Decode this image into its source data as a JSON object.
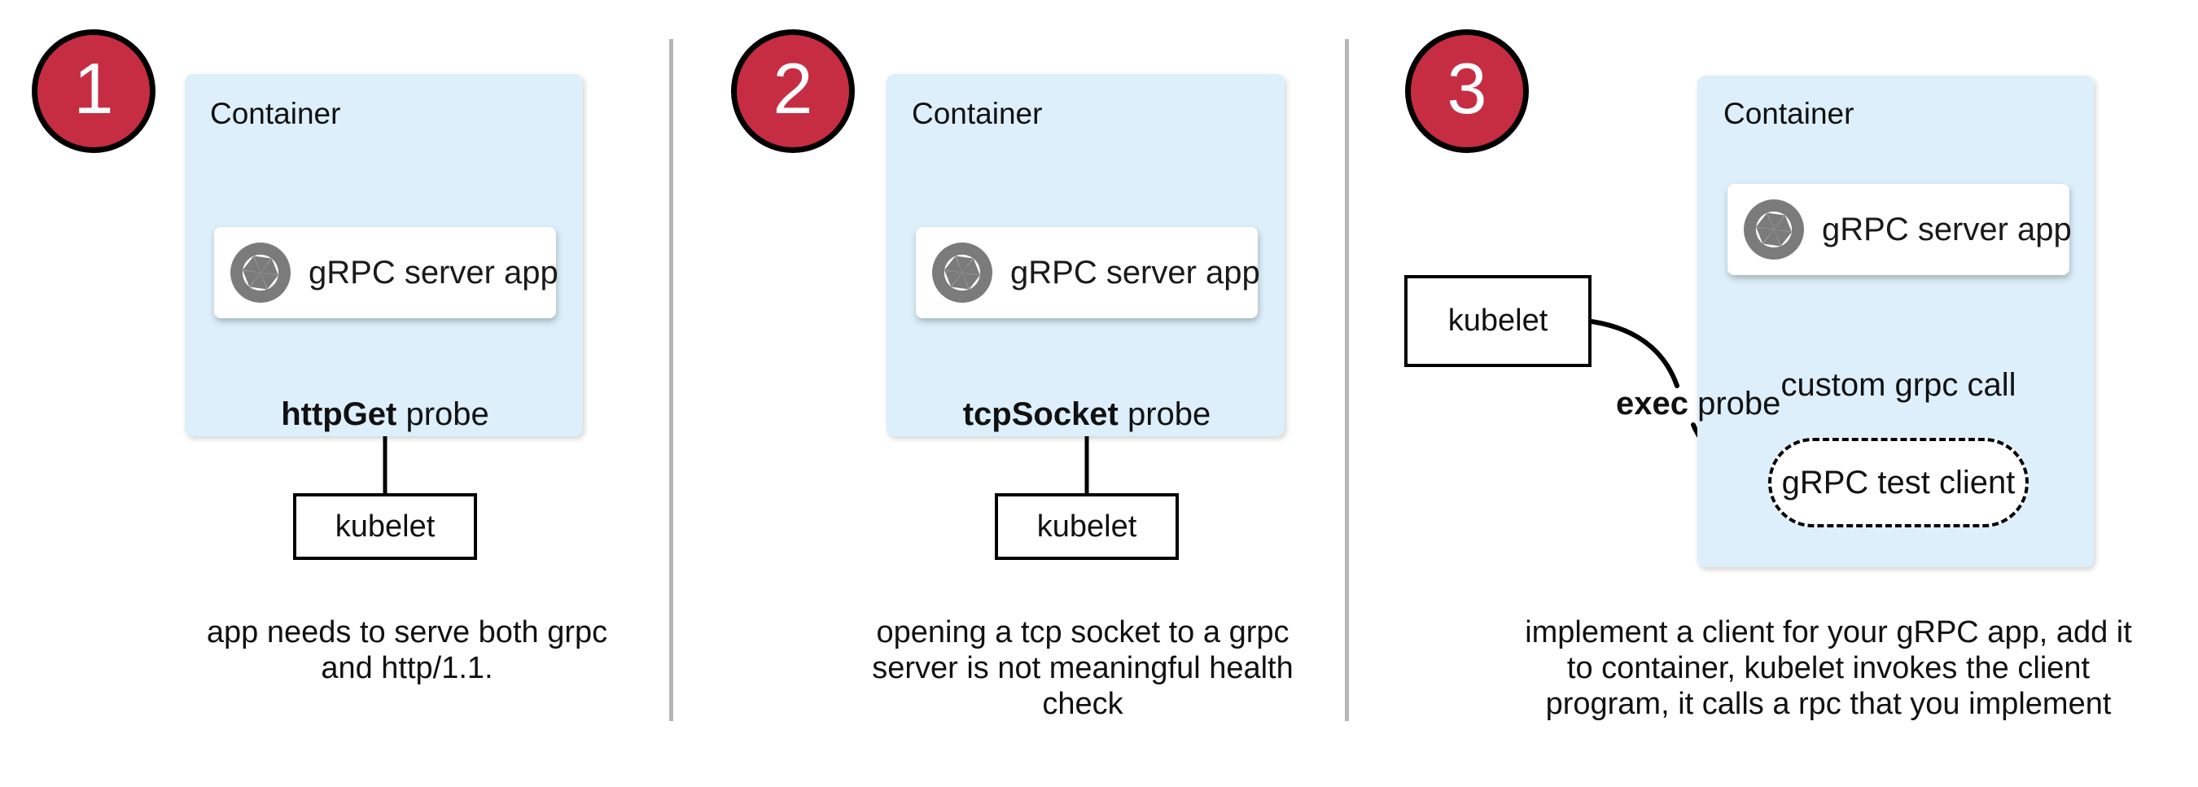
{
  "colors": {
    "step_red": "#c62d43",
    "container_blue": "#dceffa",
    "icon_gray": "#7b7b7b",
    "divider_gray": "#b6b6b6",
    "ink": "#111111"
  },
  "panels": [
    {
      "step_number": "1",
      "container_label": "Container",
      "app_box_label": "gRPC server app",
      "app_icon": "aperture-icon",
      "probe_bold": "httpGet",
      "probe_rest": " probe",
      "kubelet_label": "kubelet",
      "caption_lines": [
        "app needs to serve both grpc",
        "and http/1.1."
      ]
    },
    {
      "step_number": "2",
      "container_label": "Container",
      "app_box_label": "gRPC server app",
      "app_icon": "aperture-icon",
      "probe_bold": "tcpSocket",
      "probe_rest": " probe",
      "kubelet_label": "kubelet",
      "caption_lines": [
        "opening a tcp socket to a grpc",
        "server is not meaningful health",
        "check"
      ]
    },
    {
      "step_number": "3",
      "container_label": "Container",
      "app_box_label": "gRPC server app",
      "app_icon": "aperture-icon",
      "probe_bold": "exec",
      "probe_rest": " probe",
      "kubelet_label": "kubelet",
      "arrow_label": "custom grpc call",
      "test_client_label": "gRPC test client",
      "caption_lines": [
        "implement a client for your gRPC app, add it",
        "to container, kubelet invokes the client",
        "program, it calls a rpc that you implement"
      ]
    }
  ]
}
